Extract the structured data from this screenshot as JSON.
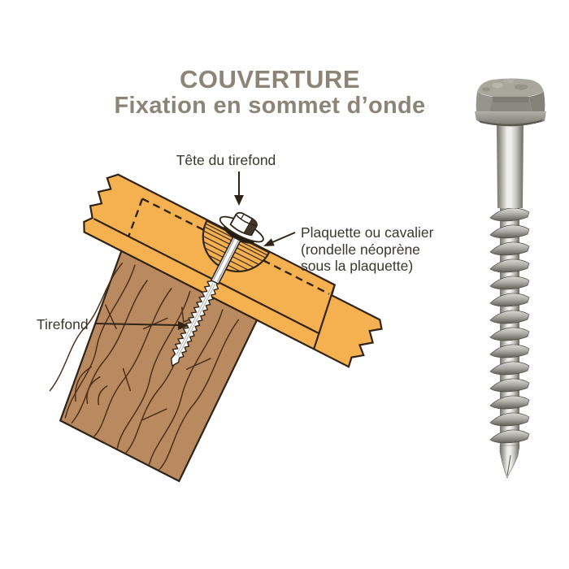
{
  "header": {
    "title": "COUVERTURE",
    "subtitle": "Fixation en sommet d’onde"
  },
  "diagram": {
    "labels": {
      "head": "Tête du tirefond",
      "plate": [
        "Plaquette ou cavalier",
        "(rondelle néoprène",
        "sous la plaquette)"
      ],
      "screw": "Tirefond"
    }
  },
  "colors": {
    "sheet_orange": "#F5B04F",
    "wood_brown": "#B98A5F",
    "line_dark": "#2F2417",
    "title_taupe": "#8D8478",
    "label_text": "#3B372F",
    "steel_light": "#D9D9D6",
    "zinc_head": "#A9A79C"
  }
}
